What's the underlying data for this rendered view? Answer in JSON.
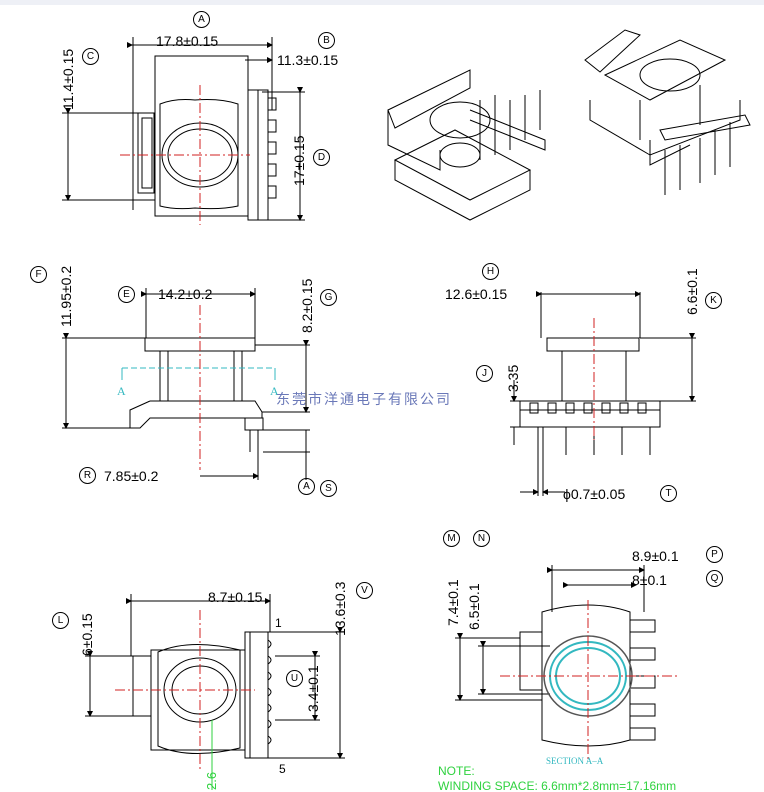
{
  "dims": {
    "d_17_8": "17.8±0.15",
    "d_11_3": "11.3±0.15",
    "d_11_4": "11.4±0.15",
    "d_17": "17±0.15",
    "d_11_95": "11.95±0.2",
    "d_14_2": "14.2±0.2",
    "d_8_2": "8.2±0.15",
    "d_7_85": "7.85±0.2",
    "d_12_6": "12.6±0.15",
    "d_6_6": "6.6±0.1",
    "d_3_35": "3.35",
    "d_phi": "ϕ0.7±0.05",
    "d_8_7": "8.7±0.15",
    "d_6": "6±0.15",
    "d_13_6": "13.6±0.3",
    "d_3_4": "3.4±0.1",
    "d_7_4": "7.4±0.1",
    "d_6_5": "6.5±0.1",
    "d_8_9": "8.9±0.1",
    "d_8": "8±0.1"
  },
  "markers": {
    "A": "A",
    "B": "B",
    "C": "C",
    "D": "D",
    "E": "E",
    "F": "F",
    "G": "G",
    "H": "H",
    "J": "J",
    "K": "K",
    "L": "L",
    "M": "M",
    "N": "N",
    "P": "P",
    "Q": "Q",
    "R": "R",
    "S": "S",
    "T": "T",
    "U": "U",
    "V": "V",
    "A2": "A"
  },
  "section_labels": {
    "a_left": "A",
    "a_right": "A",
    "section": "SECTION A–A"
  },
  "pins": {
    "pin1": "1",
    "pin5": "5"
  },
  "green_dim": "2.6",
  "watermark": "东莞市洋通电子有限公司",
  "note": {
    "title": "NOTE:",
    "text": "WINDING SPACE: 6.6mm*2.8mm=17.16mm"
  },
  "colors": {
    "center_line": "#d02020",
    "section_line": "#33b8c0",
    "green": "#2fd23f"
  }
}
